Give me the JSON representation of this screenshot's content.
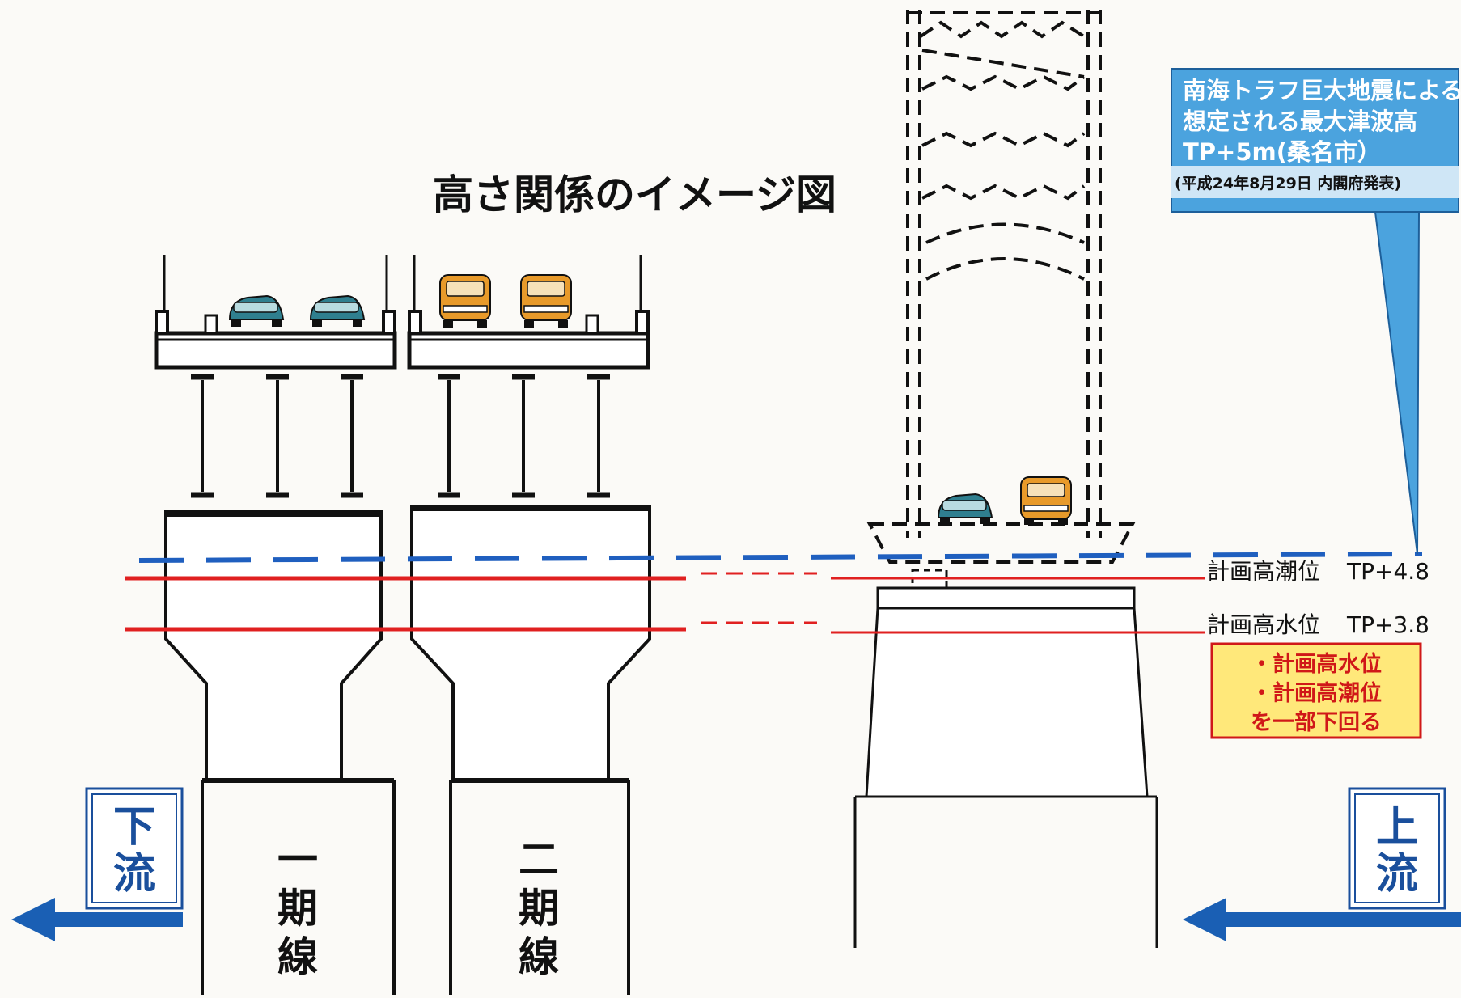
{
  "title": "高さ関係のイメージ図",
  "callout": {
    "lines": [
      "南海トラフ巨大地震による",
      "想定される最大津波高",
      "TP+5m(桑名市）"
    ],
    "source": "(平成24年8月29日 内閣府発表)"
  },
  "levels": {
    "high_tide": {
      "label": "計画高潮位",
      "value": "TP+4.8"
    },
    "high_water": {
      "label": "計画高水位",
      "value": "TP+3.8"
    }
  },
  "note": {
    "lines": [
      "・計画高水位",
      "・計画高潮位",
      "を一部下回る"
    ]
  },
  "directions": {
    "downstream": {
      "chars": [
        "下",
        "流"
      ]
    },
    "upstream": {
      "chars": [
        "上",
        "流"
      ]
    }
  },
  "piers": {
    "first": {
      "chars": [
        "一",
        "期",
        "線"
      ]
    },
    "second": {
      "chars": [
        "二",
        "期",
        "線"
      ]
    }
  },
  "colors": {
    "tsunami_line": "#1f5fbf",
    "water_level": "#e02020",
    "callout_fill": "#4ba3de",
    "note_fill": "#ffe87a",
    "note_text": "#d01818",
    "arrow": "#1a5fb4",
    "car_blue": "#2f7f8f",
    "car_orange": "#e89a2a"
  }
}
